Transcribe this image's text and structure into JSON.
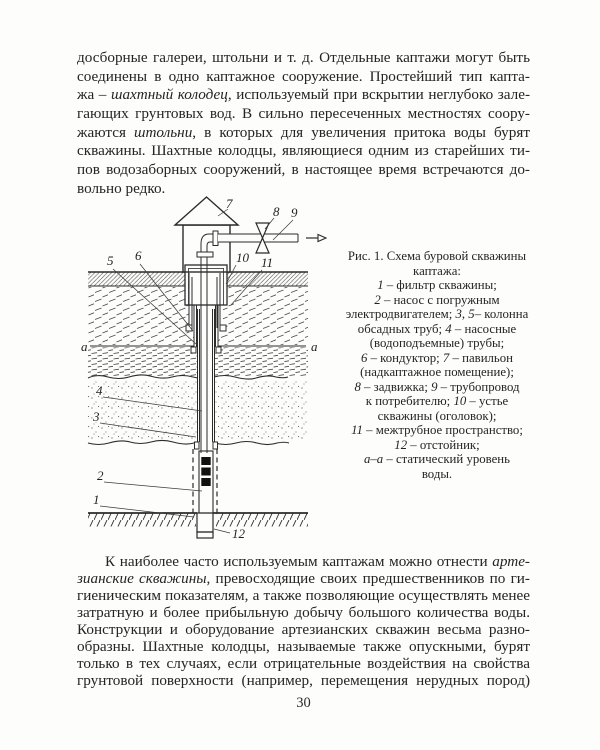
{
  "page": {
    "number": "30"
  },
  "paragraphs": {
    "top": {
      "lines": [
        {
          "seg": [
            {
              "t": "досборные галереи, штольни и т. д. Отдельные каптажи могут быть"
            }
          ]
        },
        {
          "seg": [
            {
              "t": "соединены в одно каптажное сооружение. Простейший тип капта-"
            }
          ]
        },
        {
          "seg": [
            {
              "t": "жа – "
            },
            {
              "t": "шахтный колодец",
              "i": 1
            },
            {
              "t": ", используемый при вскрытии неглубоко зале-"
            }
          ]
        },
        {
          "seg": [
            {
              "t": "гающих грунтовых вод. В сильно пересеченных местностях соору-"
            }
          ]
        },
        {
          "seg": [
            {
              "t": "жаются "
            },
            {
              "t": "штольни",
              "i": 1
            },
            {
              "t": ", в которых для увеличения притока воды бурят"
            }
          ]
        },
        {
          "seg": [
            {
              "t": "скважины. Шахтные колодцы, являющиеся одним из старейших ти-"
            }
          ]
        },
        {
          "seg": [
            {
              "t": "пов водозаборных сооружений, в настоящее время встречаются до-"
            }
          ]
        },
        {
          "seg": [
            {
              "t": "вольно редко."
            }
          ],
          "last": 1
        }
      ]
    },
    "bottom": {
      "lines": [
        {
          "seg": [
            {
              "t": "К наиболее часто используемым каптажам можно отнести "
            },
            {
              "t": "арте-",
              "i": 1
            }
          ],
          "ind": 1
        },
        {
          "seg": [
            {
              "t": "зианские скважины",
              "i": 1
            },
            {
              "t": ", превосходящие своих предшественников по ги-"
            }
          ]
        },
        {
          "seg": [
            {
              "t": "гиеническим показателям, а также позволяющие осуществлять менее"
            }
          ]
        },
        {
          "seg": [
            {
              "t": "затратную и более прибыльную добычу большого количества воды."
            }
          ]
        },
        {
          "seg": [
            {
              "t": "Конструкции и оборудование артезианских скважин весьма разно-"
            }
          ]
        },
        {
          "seg": [
            {
              "t": "образны. Шахтные колодцы, называемые также опускными, бурят"
            }
          ]
        },
        {
          "seg": [
            {
              "t": "только в тех случаях, если отрицательные воздействия на свойства"
            }
          ]
        },
        {
          "seg": [
            {
              "t": "грунтовой поверхности (например, перемещения нерудных пород)"
            }
          ]
        }
      ]
    }
  },
  "figure": {
    "caption": {
      "lines": [
        {
          "seg": [
            {
              "t": "Рис. 1. Схема буровой скважины"
            }
          ]
        },
        {
          "seg": [
            {
              "t": "каптажа:"
            }
          ]
        },
        {
          "seg": [
            {
              "t": "1",
              "i": 1
            },
            {
              "t": " – фильтр скважины;"
            }
          ]
        },
        {
          "seg": [
            {
              "t": "2",
              "i": 1
            },
            {
              "t": " – насос с погружным"
            }
          ]
        },
        {
          "seg": [
            {
              "t": "электродвигателем; "
            },
            {
              "t": "3, 5",
              "i": 1
            },
            {
              "t": "– колонна"
            }
          ]
        },
        {
          "seg": [
            {
              "t": "обсадных труб; "
            },
            {
              "t": "4",
              "i": 1
            },
            {
              "t": " – насосные"
            }
          ]
        },
        {
          "seg": [
            {
              "t": "(водоподъемные) трубы;"
            }
          ]
        },
        {
          "seg": [
            {
              "t": "6",
              "i": 1
            },
            {
              "t": " – кондуктор; "
            },
            {
              "t": "7",
              "i": 1
            },
            {
              "t": " – павильон"
            }
          ]
        },
        {
          "seg": [
            {
              "t": "(надкаптажное помещение);"
            }
          ]
        },
        {
          "seg": [
            {
              "t": "8",
              "i": 1
            },
            {
              "t": " – задвижка; "
            },
            {
              "t": "9",
              "i": 1
            },
            {
              "t": " – трубопровод"
            }
          ]
        },
        {
          "seg": [
            {
              "t": "к потребителю; "
            },
            {
              "t": "10",
              "i": 1
            },
            {
              "t": " – устье"
            }
          ]
        },
        {
          "seg": [
            {
              "t": "скважины (оголовок);"
            }
          ]
        },
        {
          "seg": [
            {
              "t": "11",
              "i": 1
            },
            {
              "t": " – межтрубное пространство;"
            }
          ]
        },
        {
          "seg": [
            {
              "t": "12",
              "i": 1
            },
            {
              "t": " – отстойник;"
            }
          ]
        },
        {
          "seg": [
            {
              "t": "а–а",
              "i": 1
            },
            {
              "t": " – статический уровень"
            }
          ]
        },
        {
          "seg": [
            {
              "t": "воды."
            }
          ]
        }
      ]
    },
    "labels": {
      "l1": "1",
      "l2": "2",
      "l3": "3",
      "l4": "4",
      "l5": "5",
      "l6": "6",
      "l7": "7",
      "l8": "8",
      "l9": "9",
      "l10": "10",
      "l11": "11",
      "l12": "12",
      "a_left": "а",
      "a_right": "а"
    }
  }
}
